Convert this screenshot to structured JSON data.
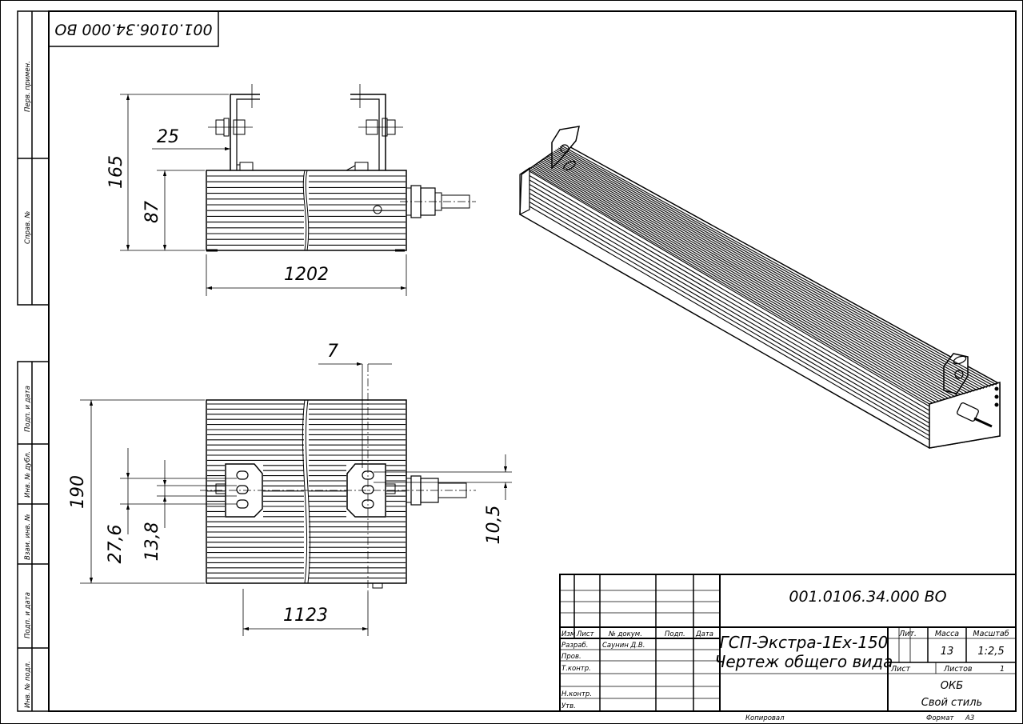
{
  "document": {
    "code": "001.0106.34.000 ВО",
    "code_rotated": "001.0106.34.000 ВО",
    "title_line1": "ГСП-Экстра-1Ex-150",
    "title_line2": "Чертеж общего вида",
    "org_line1": "ОКБ",
    "org_line2": "Свой стиль",
    "footer_copied": "Копировал",
    "footer_format_label": "Формат",
    "footer_format_value": "А3"
  },
  "side_strip": {
    "labels": [
      "Перв. примен.",
      "Справ. №",
      "Подп. и дата",
      "Инв. № дубл.",
      "Взам. инв. №",
      "Подп. и дата",
      "Инв. № подл."
    ]
  },
  "title_block": {
    "headers": {
      "izm": "Изм",
      "list": "Лист",
      "doc": "№ докум.",
      "sign": "Подп.",
      "date": "Дата"
    },
    "roles": {
      "razrab": "Разраб.",
      "prov": "Пров.",
      "tkontr": "Т.контр.",
      "nkontr": "Н.контр.",
      "utv": "Утв."
    },
    "developer_name": "Саунин Д.В.",
    "lit_label": "Лит.",
    "mass_label": "Масса",
    "scale_label": "Масштаб",
    "mass_value": "13",
    "scale_value": "1:2,5",
    "sheet_label": "Лист",
    "sheets_label": "Листов",
    "sheets_value": "1"
  },
  "dimensions": {
    "top_width": "1202",
    "top_total_height": "165",
    "top_body_height": "87",
    "top_bracket_offset": "25",
    "bottom_width": "1123",
    "bottom_height": "190",
    "bottom_gap": "7",
    "bottom_hole_outer": "27,6",
    "bottom_hole_inner": "13,8",
    "bottom_hole_pitch": "10,5"
  }
}
